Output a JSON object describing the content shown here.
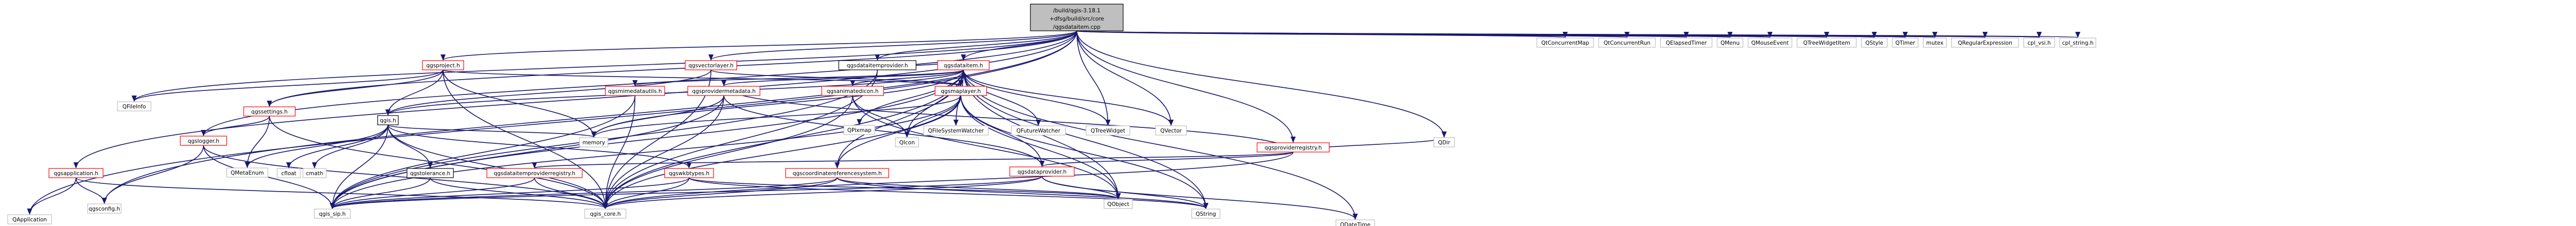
{
  "colors": {
    "root_fill": "#bfbfbf",
    "node_fill": "#ffffff",
    "edge": "#191970",
    "border_default": "#000000",
    "border_truncated": "#ff0000",
    "border_external": "#bfbfbf"
  },
  "nodes": [
    {
      "id": "root",
      "lines": [
        "/build/qgis-3.18.1",
        "+dfsg/build/src/core",
        "/qgsdataitem.cpp"
      ],
      "kind": "root"
    },
    {
      "id": "qgsdataitemprovider",
      "lines": [
        "qgsdataitemprovider.h"
      ],
      "kind": "default"
    },
    {
      "id": "qgsproject",
      "lines": [
        "qgsproject.h"
      ],
      "kind": "truncated"
    },
    {
      "id": "qgsvectorlayer",
      "lines": [
        "qgsvectorlayer.h"
      ],
      "kind": "truncated"
    },
    {
      "id": "qgsdataitem",
      "lines": [
        "qgsdataitem.h"
      ],
      "kind": "truncated"
    },
    {
      "id": "qgsproviderregistry",
      "lines": [
        "qgsproviderregistry.h"
      ],
      "kind": "truncated"
    },
    {
      "id": "qgsapplication",
      "lines": [
        "qgsapplication.h"
      ],
      "kind": "truncated"
    },
    {
      "id": "qgssettings",
      "lines": [
        "qgssettings.h"
      ],
      "kind": "truncated"
    },
    {
      "id": "qgis",
      "lines": [
        "qgis.h"
      ],
      "kind": "default"
    },
    {
      "id": "qgsmimedatautils",
      "lines": [
        "qgsmimedatautils.h"
      ],
      "kind": "truncated"
    },
    {
      "id": "qgsprovidermetadata",
      "lines": [
        "qgsprovidermetadata.h"
      ],
      "kind": "truncated"
    },
    {
      "id": "qgsanimatedicon",
      "lines": [
        "qgsanimatedicon.h"
      ],
      "kind": "truncated"
    },
    {
      "id": "qgsmaplayer",
      "lines": [
        "qgsmaplayer.h"
      ],
      "kind": "truncated"
    },
    {
      "id": "qgslogger",
      "lines": [
        "qgslogger.h"
      ],
      "kind": "truncated"
    },
    {
      "id": "qgstolerance",
      "lines": [
        "qgstolerance.h"
      ],
      "kind": "default"
    },
    {
      "id": "qgsdataitemproviderregistry",
      "lines": [
        "qgsdataitemproviderregistry.h"
      ],
      "kind": "truncated"
    },
    {
      "id": "qgswkbtypes",
      "lines": [
        "qgswkbtypes.h"
      ],
      "kind": "truncated"
    },
    {
      "id": "qgscoordinatereferencesystem",
      "lines": [
        "qgscoordinatereferencesystem.h"
      ],
      "kind": "truncated"
    },
    {
      "id": "qgsdataprovider",
      "lines": [
        "qgsdataprovider.h"
      ],
      "kind": "truncated"
    },
    {
      "id": "qgsconfig",
      "lines": [
        "qgsconfig.h"
      ],
      "kind": "external"
    },
    {
      "id": "qgis_sip",
      "lines": [
        "qgis_sip.h"
      ],
      "kind": "external"
    },
    {
      "id": "qgis_core",
      "lines": [
        "qgis_core.h"
      ],
      "kind": "external"
    },
    {
      "id": "QApplication",
      "lines": [
        "QApplication"
      ],
      "kind": "external"
    },
    {
      "id": "QFileInfo",
      "lines": [
        "QFileInfo"
      ],
      "kind": "external"
    },
    {
      "id": "QMetaEnum",
      "lines": [
        "QMetaEnum"
      ],
      "kind": "external"
    },
    {
      "id": "cfloat",
      "lines": [
        "cfloat"
      ],
      "kind": "external"
    },
    {
      "id": "cmath",
      "lines": [
        "cmath"
      ],
      "kind": "external"
    },
    {
      "id": "memory",
      "lines": [
        "memory"
      ],
      "kind": "external"
    },
    {
      "id": "QPixmap",
      "lines": [
        "QPixmap"
      ],
      "kind": "external"
    },
    {
      "id": "QIcon",
      "lines": [
        "QIcon"
      ],
      "kind": "external"
    },
    {
      "id": "QFileSystemWatcher",
      "lines": [
        "QFileSystemWatcher"
      ],
      "kind": "external"
    },
    {
      "id": "QFutureWatcher",
      "lines": [
        "QFutureWatcher"
      ],
      "kind": "external"
    },
    {
      "id": "QTreeWidget",
      "lines": [
        "QTreeWidget"
      ],
      "kind": "external"
    },
    {
      "id": "QVector",
      "lines": [
        "QVector"
      ],
      "kind": "external"
    },
    {
      "id": "QObject",
      "lines": [
        "QObject"
      ],
      "kind": "external"
    },
    {
      "id": "QString",
      "lines": [
        "QString"
      ],
      "kind": "external"
    },
    {
      "id": "QDir",
      "lines": [
        "QDir"
      ],
      "kind": "external"
    },
    {
      "id": "QDateTime",
      "lines": [
        "QDateTime"
      ],
      "kind": "external"
    },
    {
      "id": "QtConcurrentMap",
      "lines": [
        "QtConcurrentMap"
      ],
      "kind": "external"
    },
    {
      "id": "QtConcurrentRun",
      "lines": [
        "QtConcurrentRun"
      ],
      "kind": "external"
    },
    {
      "id": "QElapsedTimer",
      "lines": [
        "QElapsedTimer"
      ],
      "kind": "external"
    },
    {
      "id": "QMenu",
      "lines": [
        "QMenu"
      ],
      "kind": "external"
    },
    {
      "id": "QMouseEvent",
      "lines": [
        "QMouseEvent"
      ],
      "kind": "external"
    },
    {
      "id": "QTreeWidgetItem",
      "lines": [
        "QTreeWidgetItem"
      ],
      "kind": "external"
    },
    {
      "id": "QStyle",
      "lines": [
        "QStyle"
      ],
      "kind": "external"
    },
    {
      "id": "QTimer",
      "lines": [
        "QTimer"
      ],
      "kind": "external"
    },
    {
      "id": "mutex",
      "lines": [
        "mutex"
      ],
      "kind": "external"
    },
    {
      "id": "QRegularExpression",
      "lines": [
        "QRegularExpression"
      ],
      "kind": "external"
    },
    {
      "id": "cpl_vsi",
      "lines": [
        "cpl_vsi.h"
      ],
      "kind": "external"
    },
    {
      "id": "cpl_string",
      "lines": [
        "cpl_string.h"
      ],
      "kind": "external"
    }
  ],
  "edges": [
    [
      "root",
      "qgsdataitemprovider"
    ],
    [
      "root",
      "qgsproject"
    ],
    [
      "root",
      "qgsvectorlayer"
    ],
    [
      "root",
      "qgsdataitem"
    ],
    [
      "root",
      "qgsproviderregistry"
    ],
    [
      "root",
      "qgsapplication"
    ],
    [
      "root",
      "qgssettings"
    ],
    [
      "root",
      "qgsconfig"
    ],
    [
      "root",
      "QApplication"
    ],
    [
      "root",
      "QFileInfo"
    ],
    [
      "root",
      "QTreeWidget"
    ],
    [
      "root",
      "QVector"
    ],
    [
      "root",
      "QDir"
    ],
    [
      "root",
      "QtConcurrentMap"
    ],
    [
      "root",
      "QtConcurrentRun"
    ],
    [
      "root",
      "QElapsedTimer"
    ],
    [
      "root",
      "QMenu"
    ],
    [
      "root",
      "QMouseEvent"
    ],
    [
      "root",
      "QTreeWidgetItem"
    ],
    [
      "root",
      "QStyle"
    ],
    [
      "root",
      "QTimer"
    ],
    [
      "root",
      "mutex"
    ],
    [
      "root",
      "QRegularExpression"
    ],
    [
      "root",
      "cpl_vsi"
    ],
    [
      "root",
      "cpl_string"
    ],
    [
      "root",
      "qgslogger"
    ],
    [
      "qgsdataitemprovider",
      "qgis_sip"
    ],
    [
      "qgsdataitemprovider",
      "qgis_core"
    ],
    [
      "qgsdataitemprovider",
      "qgsdataitem"
    ],
    [
      "qgsproject",
      "qgis"
    ],
    [
      "qgsproject",
      "qgssettings"
    ],
    [
      "qgsproject",
      "QFileInfo"
    ],
    [
      "qgsproject",
      "memory"
    ],
    [
      "qgsproject",
      "qgis_core"
    ],
    [
      "qgsproject",
      "qgsmaplayer"
    ],
    [
      "qgsvectorlayer",
      "qgis"
    ],
    [
      "qgsvectorlayer",
      "qgis_core"
    ],
    [
      "qgsvectorlayer",
      "qgsmaplayer"
    ],
    [
      "qgsdataitem",
      "qgis"
    ],
    [
      "qgsdataitem",
      "qgsmimedatautils"
    ],
    [
      "qgsdataitem",
      "qgsprovidermetadata"
    ],
    [
      "qgsdataitem",
      "qgsanimatedicon"
    ],
    [
      "qgsdataitem",
      "qgsmaplayer"
    ],
    [
      "qgsdataitem",
      "QPixmap"
    ],
    [
      "qgsdataitem",
      "QIcon"
    ],
    [
      "qgsdataitem",
      "QFileSystemWatcher"
    ],
    [
      "qgsdataitem",
      "QFutureWatcher"
    ],
    [
      "qgsdataitem",
      "QTreeWidget"
    ],
    [
      "qgsdataitem",
      "QVector"
    ],
    [
      "qgsdataitem",
      "QObject"
    ],
    [
      "qgsdataitem",
      "QString"
    ],
    [
      "qgsdataitem",
      "QDateTime"
    ],
    [
      "qgsdataitem",
      "qgscoordinatereferencesystem"
    ],
    [
      "qgsdataitem",
      "qgis_core"
    ],
    [
      "qgsdataitem",
      "qgis_sip"
    ],
    [
      "qgsdataitem",
      "memory"
    ],
    [
      "qgsproviderregistry",
      "qgsdataprovider"
    ],
    [
      "qgsproviderregistry",
      "QDir"
    ],
    [
      "qgsproviderregistry",
      "qgis_core"
    ],
    [
      "qgsproviderregistry",
      "qgsdataitemproviderregistry"
    ],
    [
      "qgsproviderregistry",
      "qgsprovidermetadata"
    ],
    [
      "qgsapplication",
      "QApplication"
    ],
    [
      "qgsapplication",
      "qgsconfig"
    ],
    [
      "qgsapplication",
      "qgis_core"
    ],
    [
      "qgssettings",
      "QMetaEnum"
    ],
    [
      "qgssettings",
      "qgis_core"
    ],
    [
      "qgssettings",
      "qgslogger"
    ],
    [
      "qgis",
      "cfloat"
    ],
    [
      "qgis",
      "cmath"
    ],
    [
      "qgis",
      "memory"
    ],
    [
      "qgis",
      "qgstolerance"
    ],
    [
      "qgis",
      "qgswkbtypes"
    ],
    [
      "qgis",
      "qgis_sip"
    ],
    [
      "qgis",
      "qgis_core"
    ],
    [
      "qgis",
      "QMetaEnum"
    ],
    [
      "qgsmimedatautils",
      "qgis_core"
    ],
    [
      "qgsmimedatautils",
      "qgis_sip"
    ],
    [
      "qgsprovidermetadata",
      "qgis_core"
    ],
    [
      "qgsprovidermetadata",
      "qgsdataprovider"
    ],
    [
      "qgsprovidermetadata",
      "memory"
    ],
    [
      "qgsprovidermetadata",
      "qgis_sip"
    ],
    [
      "qgsanimatedicon",
      "QObject"
    ],
    [
      "qgsanimatedicon",
      "QIcon"
    ],
    [
      "qgsanimatedicon",
      "qgis_core"
    ],
    [
      "qgsmaplayer",
      "qgsdataprovider"
    ],
    [
      "qgsmaplayer",
      "QIcon"
    ],
    [
      "qgsmaplayer",
      "qgis_core"
    ],
    [
      "qgsmaplayer",
      "memory"
    ],
    [
      "qgsmaplayer",
      "qgscoordinatereferencesystem"
    ],
    [
      "qgsmaplayer",
      "QObject"
    ],
    [
      "qgsmaplayer",
      "QString"
    ],
    [
      "qgsmaplayer",
      "qgis_sip"
    ],
    [
      "qgslogger",
      "qgsconfig"
    ],
    [
      "qgslogger",
      "qgis_core"
    ],
    [
      "qgslogger",
      "qgis_sip"
    ],
    [
      "qgstolerance",
      "qgis_core"
    ],
    [
      "qgstolerance",
      "qgis_sip"
    ],
    [
      "qgsdataitemproviderregistry",
      "qgis_core"
    ],
    [
      "qgsdataitemproviderregistry",
      "qgis_sip"
    ],
    [
      "qgswkbtypes",
      "qgis_core"
    ],
    [
      "qgswkbtypes",
      "qgis_sip"
    ],
    [
      "qgswkbtypes",
      "QObject"
    ],
    [
      "qgswkbtypes",
      "QString"
    ],
    [
      "qgscoordinatereferencesystem",
      "qgis_core"
    ],
    [
      "qgscoordinatereferencesystem",
      "QObject"
    ],
    [
      "qgscoordinatereferencesystem",
      "qgis_sip"
    ],
    [
      "qgscoordinatereferencesystem",
      "QString"
    ],
    [
      "qgsdataprovider",
      "QObject"
    ],
    [
      "qgsdataprovider",
      "QString"
    ],
    [
      "qgsdataprovider",
      "QDateTime"
    ],
    [
      "qgsdataprovider",
      "qgis_core"
    ],
    [
      "qgsdataprovider",
      "qgis_sip"
    ]
  ]
}
